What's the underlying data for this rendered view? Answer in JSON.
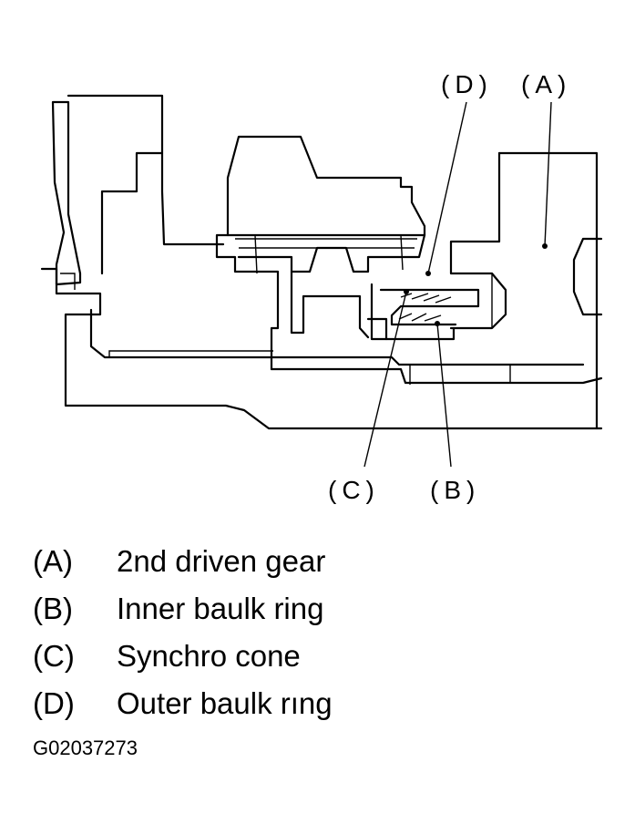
{
  "callouts": {
    "a": "(A)",
    "b": "(B)",
    "c": "(C)",
    "d": "(D)"
  },
  "legend": [
    {
      "key": "(A)",
      "text": "2nd driven gear"
    },
    {
      "key": "(B)",
      "text": "Inner baulk ring"
    },
    {
      "key": "(C)",
      "text": "Synchro cone"
    },
    {
      "key": "(D)",
      "text": "Outer baulk rıng"
    }
  ],
  "figure_code": "G02037273"
}
